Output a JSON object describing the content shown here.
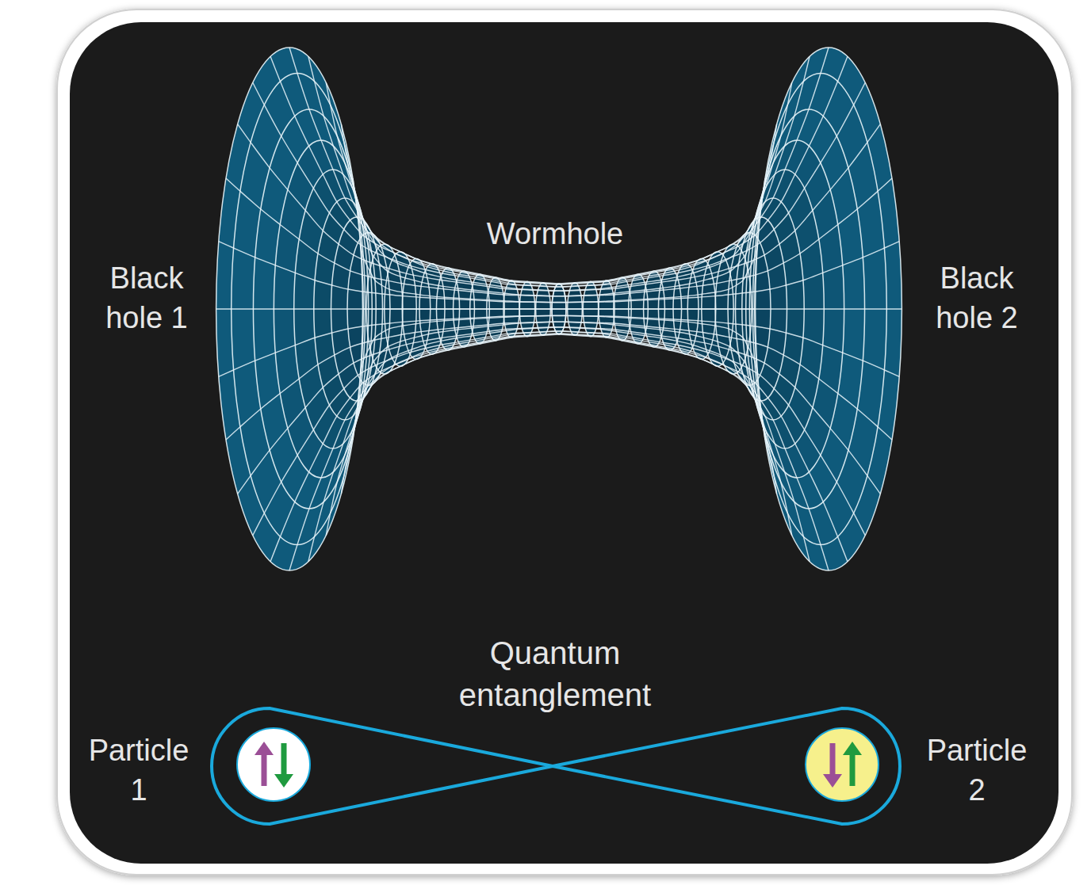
{
  "diagram": {
    "labels": [
      "Black hole 1",
      "Wormhole",
      "Black hole 2",
      "Quantum entanglement",
      "Particle 1",
      "Particle 2"
    ]
  }
}
